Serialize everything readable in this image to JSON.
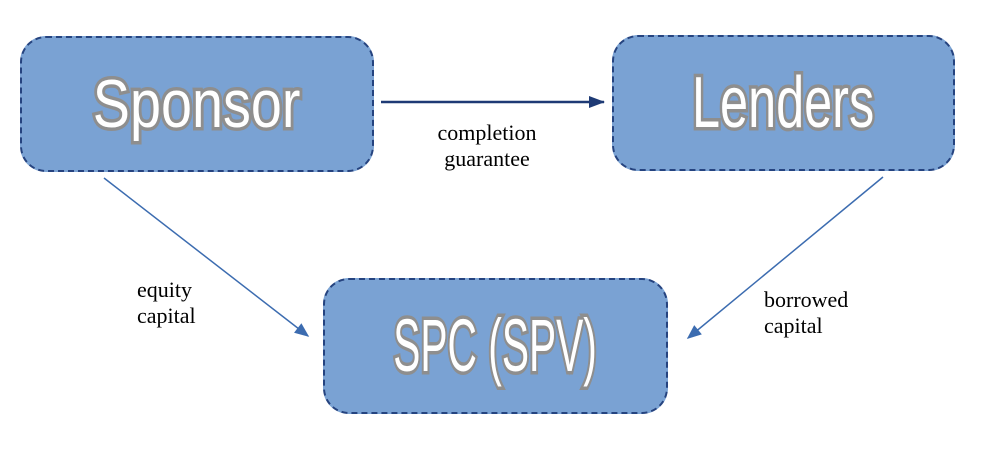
{
  "diagram": {
    "nodes": {
      "sponsor": {
        "label": "Sponsor"
      },
      "lenders": {
        "label": "Lenders"
      },
      "spc": {
        "label": "SPC (SPV)"
      }
    },
    "edges": {
      "completion_guarantee": {
        "label": "completion\nguarantee",
        "from": "Sponsor",
        "to": "Lenders"
      },
      "equity_capital": {
        "label": "equity\ncapital",
        "from": "Sponsor",
        "to": "SPC (SPV)"
      },
      "borrowed_capital": {
        "label": "borrowed\ncapital",
        "from": "Lenders",
        "to": "SPC (SPV)"
      }
    },
    "colors": {
      "background": "#ffffff",
      "node_fill": "#7aa2d3",
      "node_border": "#25437f",
      "node_text": "#ffffff",
      "node_text_outline": "#8e8e8e",
      "arrow_horizontal": "#1e3a75",
      "arrow_diagonal": "#3c6cb0",
      "edge_label_text": "#000000"
    }
  }
}
